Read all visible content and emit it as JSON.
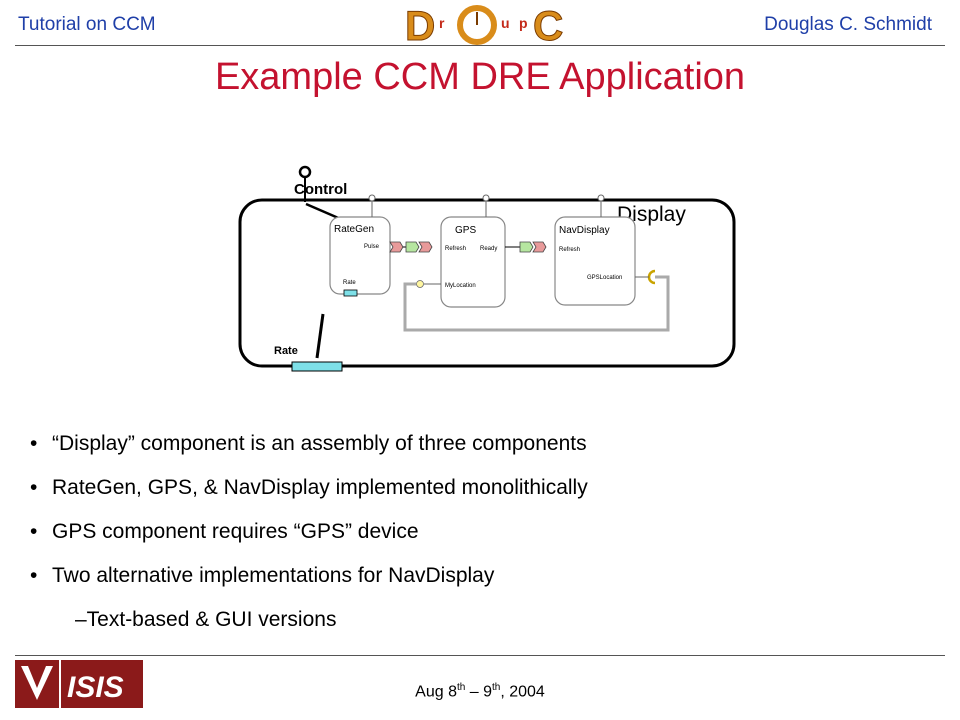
{
  "header": {
    "left": "Tutorial on CCM",
    "right": "Douglas C. Schmidt",
    "logo_letters": [
      "D",
      "r",
      "O",
      "u",
      "p",
      "C"
    ]
  },
  "title": "Example CCM DRE Application",
  "diagram": {
    "control_label": "Control",
    "display_label": "Display",
    "rate_label": "Rate",
    "rategen": {
      "name": "RateGen",
      "pulse": "Pulse",
      "rate": "Rate"
    },
    "gps": {
      "name": "GPS",
      "refresh": "Refresh",
      "ready": "Ready",
      "mylocation": "MyLocation"
    },
    "navdisplay": {
      "name": "NavDisplay",
      "refresh": "Refresh",
      "gpslocation": "GPSLocation"
    }
  },
  "bullets": [
    "“Display” component is an assembly of three components",
    "RateGen, GPS, & NavDisplay implemented monolithically",
    "GPS component requires “GPS” device",
    "Two alternative implementations for NavDisplay"
  ],
  "sub_bullet": "–Text-based & GUI versions",
  "bullet_marker": "•",
  "footer": {
    "date_part1": "Aug 8",
    "date_sup1": "th",
    "date_part2": " – 9",
    "date_sup2": "th",
    "date_part3": ", 2004",
    "logo_text": "ISIS"
  }
}
